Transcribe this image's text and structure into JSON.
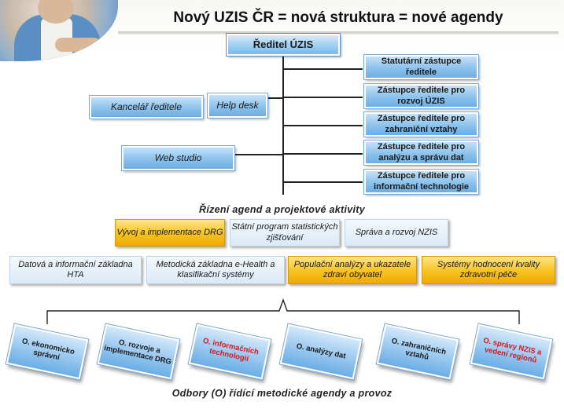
{
  "title": "Nový UZIS ČR = nová struktura = nové agendy",
  "director": "Ředitel ÚZIS",
  "deputies": [
    "Statutární zástupce ředitele",
    "Zástupce ředitele pro rozvoj ÚZIS",
    "Zástupce ředitele pro zahraniční vztahy",
    "Zástupce ředitele pro analýzu a správu dat",
    "Zástupce ředitele pro informační technologie"
  ],
  "side_units": {
    "office": "Kancelář ředitele",
    "helpdesk": "Help desk",
    "webstudio": "Web studio"
  },
  "agenda_heading": "Řízení agend a projektové aktivity",
  "agendas_row1": [
    {
      "label": "Vývoj a implementace DRG",
      "highlight": true
    },
    {
      "label": "Státní program statistických zjišťování",
      "highlight": false
    },
    {
      "label": "Správa a rozvoj NZIS",
      "highlight": false
    }
  ],
  "agendas_row2": [
    {
      "label": "Datová a informační základna HTA",
      "highlight": false
    },
    {
      "label": "Metodická základna e-Health a klasifikační systémy",
      "highlight": false
    },
    {
      "label": "Populační analýzy a ukazatele zdraví obyvatel",
      "highlight": true
    },
    {
      "label": "Systémy hodnocení kvality zdravotní péče",
      "highlight": true
    }
  ],
  "departments": [
    {
      "label": "O. ekonomicko správní",
      "red": false
    },
    {
      "label": "O. rozvoje a implementace DRG",
      "red": false
    },
    {
      "label": "O. informačních technologií",
      "red": true
    },
    {
      "label": "O. analýzy dat",
      "red": false
    },
    {
      "label": "O. zahraničních vztahů",
      "red": false
    },
    {
      "label": "O. správy NZIS a vedení regionů",
      "red": true
    }
  ],
  "footer": "Odbory (O) řídící metodické agendy a provoz",
  "colors": {
    "blue_box": "#8cc2ec",
    "gold_box": "#f7c21f",
    "light_box": "#dbeaf6",
    "red_text": "#e0131b"
  }
}
